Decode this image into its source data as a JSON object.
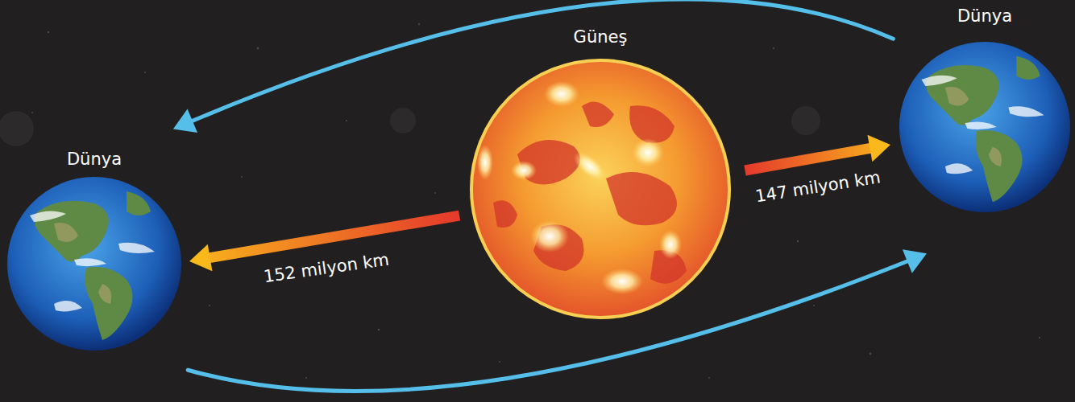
{
  "diagram": {
    "nodes": [
      {
        "text": [
          "Dünya"
        ]
      },
      {
        "text": [
          "Güneş"
        ]
      },
      {
        "text": [
          "Dünya"
        ]
      }
    ],
    "edges": [
      {
        "from": 0,
        "to": 2,
        "arrow": "to"
      },
      {
        "from": 2,
        "to": 0,
        "arrow": "to"
      },
      {
        "from": 1,
        "to": 2,
        "label": "152 milyon km",
        "arrow": "to"
      },
      {
        "from": 1,
        "to": 0,
        "label": "147 milyon km",
        "arrow": "to"
      }
    ]
  }
}
